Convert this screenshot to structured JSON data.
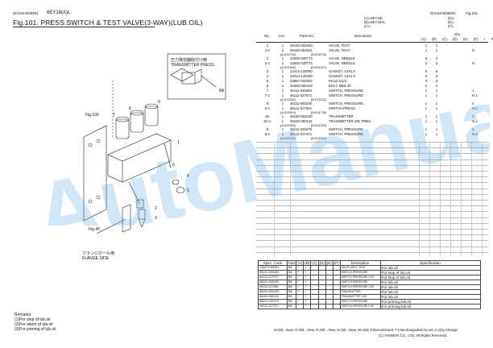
{
  "header": {
    "left_code": "0CH10-M35901",
    "model": "6EY18(A)L",
    "right_code": "0CH10-M35901",
    "right_fig": "Fig.101.",
    "title": "Fig.101.  PRESS.SWITCH & TEST VALVE(3-WAY)(LUB.OIL)",
    "legend_a": "(A)=6EY18L",
    "legend_b": "(B)=6EY18AL",
    "legend_c": "(C)=",
    "legend_d": "(D)=",
    "legend_e": "(E)=",
    "legend_f": "(F)="
  },
  "table_header": {
    "no": "No.",
    "lev": "Lev.",
    "parts_no": "Parts No.",
    "description": "Description",
    "qty": "Q'ty",
    "a": "(A)",
    "b": "(B)",
    "c": "(C)",
    "d": "(D)",
    "e": "(E)",
    "f": "(F)",
    "i": "I",
    "r": "R"
  },
  "parts": [
    {
      "no": "1",
      "lev": "1",
      "pn": "46150-052940",
      "desc": "VALVE, TEST",
      "a": "1",
      "b": "1",
      "r": ""
    },
    {
      "no": "1-1",
      "lev": "1",
      "pn": "46150-052941",
      "desc": "VALVE, TEST",
      "a": "1",
      "b": "1",
      "r": "N"
    },
    {
      "no": "2",
      "lev": "1",
      "pn": "43600-030772",
      "desc": "VALVE, NEEDLE",
      "a": "3",
      "b": "3",
      "r": ""
    },
    {
      "no": "2-1",
      "lev": "1",
      "pn": "43600-030773",
      "desc": "VALVE, NEEDLE",
      "a": "3",
      "b": "3",
      "r": "N"
    },
    {
      "no": "3",
      "lev": "1",
      "pn": "23414-120000",
      "desc": "GASKET, 12X1.0",
      "a": "6",
      "b": "6",
      "r": ""
    },
    {
      "no": "4",
      "lev": "1",
      "pn": "23414-140000",
      "desc": "GASKET, 13X1.0",
      "a": "3",
      "b": "3",
      "r": ""
    },
    {
      "no": "5",
      "lev": "1",
      "pn": "23897-020002",
      "desc": "PLUG G1/4",
      "a": "3",
      "b": "3",
      "r": ""
    },
    {
      "no": "6",
      "lev": "1",
      "pn": "26450-050402",
      "desc": "BOLT, M5X 40",
      "a": "4",
      "b": "4",
      "r": ""
    },
    {
      "no": "7",
      "lev": "1",
      "pn": "46111-045460",
      "desc": "SWITCH, PRESSURE",
      "a": "1",
      "b": "1",
      "r": "1"
    },
    {
      "no": "7-1",
      "lev": "1",
      "pn": "46111-027571",
      "desc": "SWITCH, PRESSURE",
      "a": "1",
      "b": "1",
      "r": "N  1"
    },
    {
      "no": "8",
      "lev": "1",
      "pn": "46111-045430",
      "desc": "SWITCH, PRESSURE",
      "a": "1",
      "b": "1",
      "r": "2"
    },
    {
      "no": "8-1",
      "lev": "1",
      "pn": "46111-027581",
      "desc": "SWITCH,PRESS.",
      "a": "1",
      "b": "1",
      "r": "N  2"
    },
    {
      "no": "8A",
      "lev": "1",
      "pn": "46150-063430",
      "desc": "TRANSMITTER",
      "a": "1",
      "b": "1",
      "r": "2"
    },
    {
      "no": "8A-1",
      "lev": "1",
      "pn": "46150-050131",
      "desc": "TRANSMITTER 10K PRES",
      "a": "1",
      "b": "1",
      "r": "N  2"
    },
    {
      "no": "9",
      "lev": "1",
      "pn": "46111-045470",
      "desc": "SWITCH, PRESSURE",
      "a": "1",
      "b": "1",
      "r": "3"
    },
    {
      "no": "9-1",
      "lev": "1",
      "pn": "46111-027371",
      "desc": "SWITCH, PRESSURE",
      "a": "1",
      "b": "1",
      "r": "N  3"
    }
  ],
  "serials": [
    {
      "text": "(A-E00725)",
      "top": 0
    },
    {
      "text": "(B-E00716)",
      "top": 0
    },
    {
      "text": "(A-E01940)",
      "top": 0
    },
    {
      "text": "(B-E01917)",
      "top": 0
    },
    {
      "text": "(A-E22222)",
      "top": 0
    },
    {
      "text": "(B-E22222)",
      "top": 0
    },
    {
      "text": "(A-E02914)",
      "top": 0
    },
    {
      "text": "(B-E01716)",
      "top": 0
    },
    {
      "text": "(A-E03323)",
      "top": 0
    },
    {
      "text": "(B-E01929)",
      "top": 0
    },
    {
      "text": "(A-E22222)",
      "top": 0
    },
    {
      "text": "(B-E22222)",
      "top": 0
    }
  ],
  "spec_header": {
    "code": "Spec. Code",
    "part": "Part",
    "a": "(A)",
    "b": "(B)",
    "c": "(C)",
    "d": "(D)",
    "e": "(E)",
    "f": "(F)",
    "description": "Description",
    "specification": "Specification"
  },
  "spec_rows": [
    {
      "code": "746673-69351",
      "part": "B6",
      "a": "+",
      "b": "+",
      "desc": "VALVE ASSY, TEST",
      "spec": "For lub.oil"
    },
    {
      "code": "46111-045460",
      "part": "B6",
      "a": "+",
      "b": "+",
      "desc": "SWITCH,PRESSURE",
      "spec": "For stop of lub.oil"
    },
    {
      "code": "46111-027571",
      "part": "B6",
      "a": "+",
      "b": "+",
      "desc": "SWITCH,PRESSURE 3.0K",
      "spec": "For stop of lub.oil"
    },
    {
      "code": "46111-045430",
      "part": "B6",
      "a": "+",
      "b": "+",
      "desc": "SWITCH,PRESSURE",
      "spec": "For lub.oil"
    },
    {
      "code": "46111-027581",
      "part": "B6",
      "a": "+",
      "b": "+",
      "desc": "SWITCH,PRESSURE 3.5K",
      "spec": "For lub.oil"
    },
    {
      "code": "46150-063430",
      "part": "B6",
      "a": "+",
      "b": "+",
      "desc": "TRANSMITTER",
      "spec": "For lub.oil"
    },
    {
      "code": "46150-050131",
      "part": "B6",
      "a": "+",
      "b": "+",
      "desc": "TRANSMITTER, 10K",
      "spec": "For lub.oil"
    },
    {
      "code": "46111-045470",
      "part": "B6",
      "a": "+",
      "b": "+",
      "desc": "SWITCH,PRESSURE",
      "spec": "For priming lub.oil"
    },
    {
      "code": "46111-027371",
      "part": "B6",
      "a": "+",
      "b": "+",
      "desc": "SWITCH,PRESSURE 0.2K",
      "spec": "For priming lub.oil"
    }
  ],
  "diagram": {
    "callout_jp": "圧力発信器取付け時",
    "callout_en": "TRANSMITTER PRESS.",
    "callout_num": "8A",
    "fig_ref_1": "Fig.100",
    "fig_ref_2": "Fig.45",
    "flange_jp": "フランジホール用",
    "flange_en": "FLANGE SIDE",
    "labels": [
      "1",
      "2",
      "3",
      "4",
      "5",
      "6",
      "7",
      "8",
      "9"
    ]
  },
  "remarks": {
    "title": "Remarks:",
    "items": [
      "(1)For stop of lub.oil",
      "(2)For alarm of lub.oil",
      "(3)For priming of lub.oil"
    ]
  },
  "footer": {
    "legend": "N:Old→New,  O:Old→New,  R:Old→New,  S:Old→New,  W:Add,  Z:Discontinued,  F:Interchangeable by set,  K:Q'ty Change",
    "copyright": "(C) YANMAR CO., LTD. All Rights Reserved."
  },
  "watermark": "AutoManual",
  "colors": {
    "watermark": "#5aa7e0"
  }
}
